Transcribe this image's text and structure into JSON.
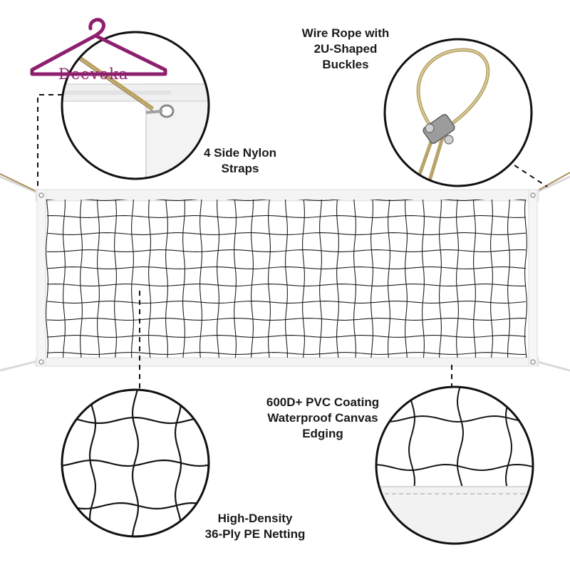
{
  "brand": {
    "name": "Deevoka",
    "color": "#8e1f6e"
  },
  "callouts": {
    "wire_rope": [
      "Wire Rope with",
      "2U-Shaped",
      "Buckles"
    ],
    "nylon_straps": [
      "4 Side Nylon",
      "Straps"
    ],
    "pvc_coating": [
      "600D+ PVC Coating",
      "Waterproof Canvas",
      "Edging"
    ],
    "netting": [
      "High-Density",
      "36-Ply PE Netting"
    ]
  },
  "colors": {
    "net": "#1e1e1e",
    "canvas": "#f4f4f4",
    "wire": "#b8a36a",
    "text": "#1a1a1a"
  }
}
